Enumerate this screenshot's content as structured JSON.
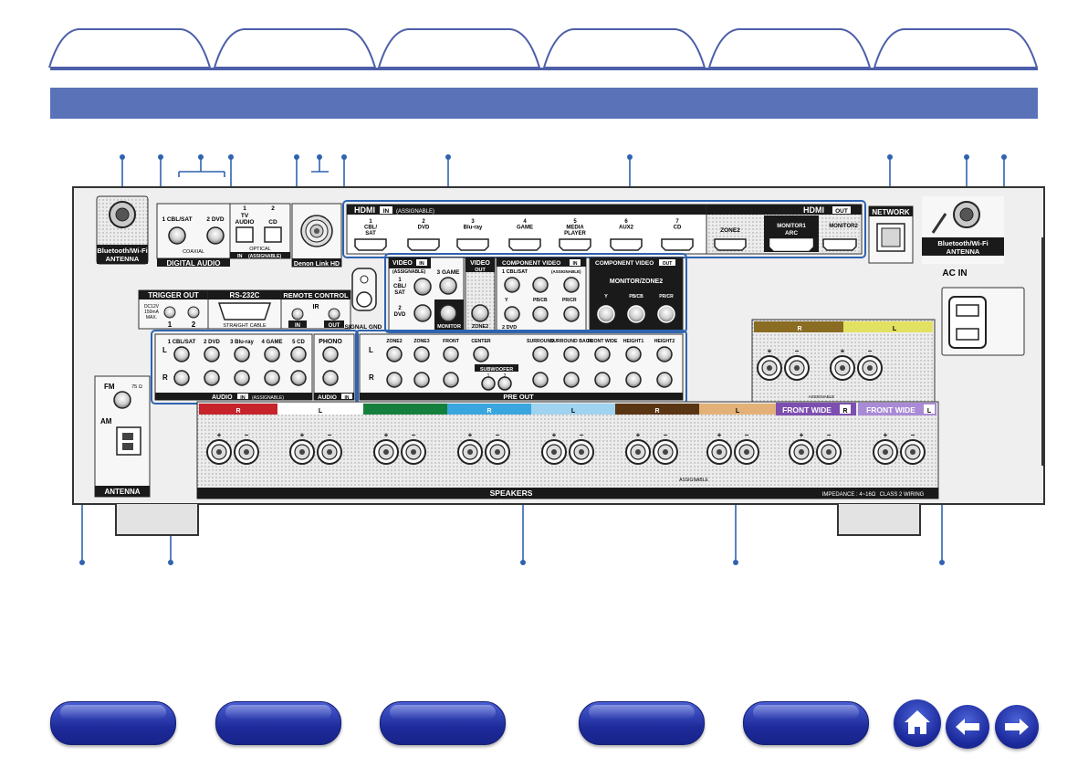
{
  "tabs": [
    {
      "label": ""
    },
    {
      "label": ""
    },
    {
      "label": ""
    },
    {
      "label": ""
    },
    {
      "label": ""
    },
    {
      "label": ""
    }
  ],
  "colors": {
    "accent": "#5a72b8",
    "nav": "#1d2a9a",
    "panel": "#e5e5e5",
    "dark": "#1a1a1a"
  },
  "panel": {
    "bt_antenna_left": "Bluetooth/Wi-Fi",
    "bt_antenna_left_2": "ANTENNA",
    "coax_1": "1 CBL/SAT",
    "coax_2": "2 DVD",
    "coaxial": "COAXIAL",
    "digital_audio": "DIGITAL AUDIO",
    "opt_1": "1",
    "opt_tv": "TV",
    "opt_audio": "AUDIO",
    "opt_2": "2",
    "opt_cd": "CD",
    "optical": "OPTICAL",
    "opt_in": "IN",
    "opt_assignable": "(ASSIGNABLE)",
    "denon_link": "Denon Link HD",
    "hdmi_in": "HDMI",
    "hdmi_in_badge": "IN",
    "hdmi_assignable": "(ASSIGNABLE)",
    "hdmi_out": "HDMI",
    "hdmi_out_badge": "OUT",
    "hdmi_ports": [
      "1",
      "CBL/",
      "SAT",
      "2",
      "DVD",
      "3",
      "Blu-ray",
      "4",
      "GAME",
      "5",
      "MEDIA",
      "PLAYER",
      "6",
      "AUX2",
      "7",
      "CD"
    ],
    "hdmi_zone2": "ZONE2",
    "hdmi_monitor1": "MONITOR1",
    "hdmi_arc": "ARC",
    "hdmi_monitor2": "MONITOR2",
    "network": "NETWORK",
    "bt_antenna_right": "Bluetooth/Wi-Fi",
    "bt_antenna_right_2": "ANTENNA",
    "ac_in": "AC IN",
    "trigger_out": "TRIGGER OUT",
    "trigger_spec_1": "DC12V",
    "trigger_spec_2": "150mA",
    "trigger_spec_3": "MAX.",
    "trigger_1": "1",
    "trigger_2": "2",
    "rs232c": "RS-232C",
    "straight_cable": "STRAIGHT CABLE",
    "remote_control": "REMOTE CONTROL",
    "ir": "IR",
    "rc_in": "IN",
    "rc_out": "OUT",
    "signal_gnd": "SIGNAL GND",
    "video": "VIDEO",
    "video_in": "IN",
    "video_assignable": "(ASSIGNABLE)",
    "video_1": "1",
    "video_cbl": "CBL/",
    "video_sat": "SAT",
    "video_2": "2",
    "video_dvd": "DVD",
    "video_3game": "3 GAME",
    "video_monitor": "MONITOR",
    "video_out_1": "VIDEO",
    "video_out_2": "OUT",
    "video_zone2": "ZONE2",
    "comp_video": "COMPONENT VIDEO",
    "comp_in": "IN",
    "comp_1": "1 CBL/SAT",
    "comp_assignable": "(ASSIGNABLE)",
    "comp_y": "Y",
    "comp_pb": "PB/CB",
    "comp_pr": "PR/CR",
    "comp_2dvd": "2 DVD",
    "comp_out": "COMPONENT VIDEO",
    "comp_out_badge": "OUT",
    "monitor_zone2": "MONITOR/ZONE2",
    "comp_out_y": "Y",
    "comp_out_pb": "PB/CB",
    "comp_out_pr": "PR/CR",
    "audio_inputs": [
      "1 CBL/SAT",
      "2 DVD",
      "3 Blu-ray",
      "4 GAME",
      "5 CD"
    ],
    "phono": "PHONO",
    "audio_l": "L",
    "audio_r": "R",
    "audio_label": "AUDIO",
    "audio_in": "IN",
    "audio_assignable": "(ASSIGNABLE)",
    "audio_in2_label": "AUDIO",
    "audio_in2_badge": "IN",
    "preout_labels": [
      "ZONE2",
      "ZONE3",
      "FRONT",
      "CENTER",
      "SURROUND",
      "SURROUND BACK",
      "FRONT WIDE",
      "HEIGHT1",
      "HEIGHT2"
    ],
    "subwoofer": "SUBWOOFER",
    "sub_1": "1",
    "sub_2": "2",
    "pre_out": "PRE OUT",
    "fm": "FM",
    "fm_ohm": "75 Ω",
    "am": "AM",
    "antenna": "ANTENNA",
    "speakers": "SPEAKERS",
    "assignable_1": "ASSIGNABLE",
    "assignable_2": "ASSIGNABLE",
    "front_wide_r": "FRONT WIDE",
    "front_wide_r_badge": "R",
    "front_wide_l": "FRONT WIDE",
    "front_wide_l_badge": "L",
    "impedance": "IMPEDANCE : 4~16Ω",
    "class2": "CLASS 2 WIRING",
    "spk_r": "R",
    "spk_l": "L",
    "plus": "+",
    "minus": "−"
  },
  "nav_buttons": [
    {
      "label": ""
    },
    {
      "label": ""
    },
    {
      "label": ""
    },
    {
      "label": ""
    },
    {
      "label": ""
    }
  ],
  "icons": {
    "home": "home-icon",
    "back": "arrow-left-icon",
    "forward": "arrow-right-icon"
  }
}
